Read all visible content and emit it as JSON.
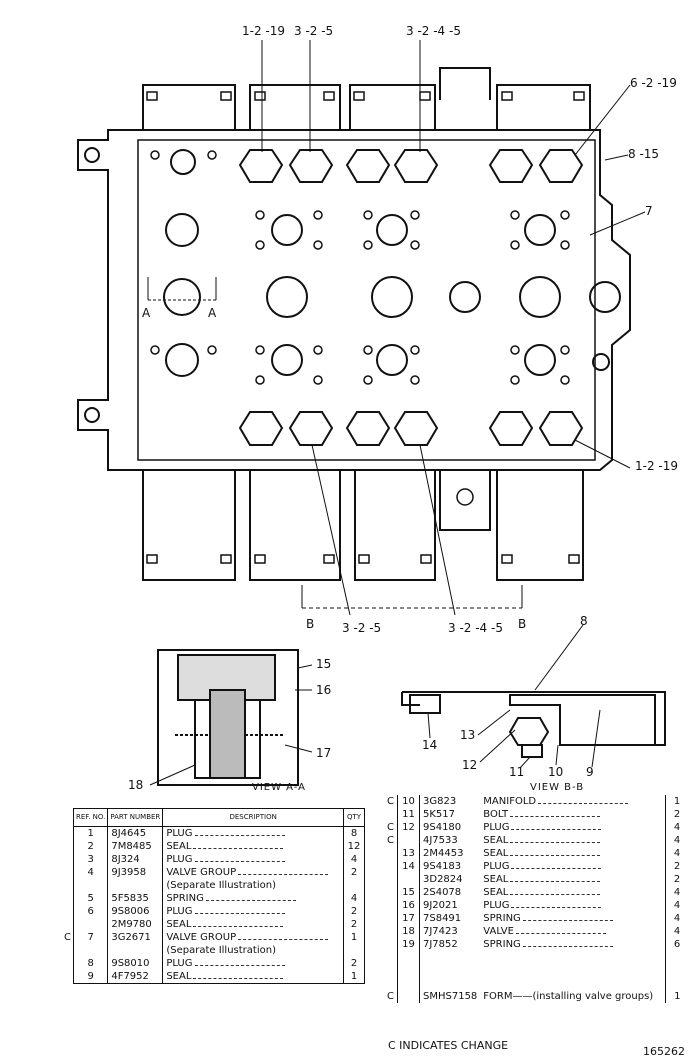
{
  "main_view": {
    "callouts": [
      "1-2 -19",
      "3 -2 -5",
      "3 -2 -4 -5",
      "6 -2 -19",
      "8 -15",
      "7",
      "1-2 -19",
      "3 -2 -5",
      "3 -2 -4 -5"
    ],
    "section_marks": {
      "a_left": "A",
      "a_right": "A",
      "b_left": "B",
      "b_right": "B"
    }
  },
  "view_aa": {
    "label": "VIEW A-A",
    "callouts": [
      "15",
      "16",
      "17",
      "18"
    ]
  },
  "view_bb": {
    "label": "VIEW B-B",
    "callouts": [
      "8",
      "13",
      "14",
      "12",
      "11",
      "10",
      "9"
    ]
  },
  "parts_table": {
    "headers": {
      "ref": "REF. NO.",
      "part": "PART NUMBER",
      "description": "DESCRIPTION",
      "qty": "QTY"
    },
    "left_rows": [
      {
        "change": "",
        "ref": "1",
        "part": "8J4645",
        "desc": "PLUG",
        "qty": "8"
      },
      {
        "change": "",
        "ref": "2",
        "part": "7M8485",
        "desc": "SEAL",
        "qty": "12"
      },
      {
        "change": "",
        "ref": "3",
        "part": "8J324",
        "desc": "PLUG",
        "qty": "4"
      },
      {
        "change": "",
        "ref": "4",
        "part": "9J3958",
        "desc": "VALVE GROUP",
        "qty": "2"
      },
      {
        "change": "",
        "ref": "",
        "part": "",
        "desc": "(Separate Illustration)",
        "qty": ""
      },
      {
        "change": "",
        "ref": "5",
        "part": "5F5835",
        "desc": "SPRING",
        "qty": "4"
      },
      {
        "change": "",
        "ref": "6",
        "part": "9S8006",
        "desc": "PLUG",
        "qty": "2"
      },
      {
        "change": "",
        "ref": "",
        "part": "2M9780",
        "desc": "SEAL",
        "qty": "2"
      },
      {
        "change": "C",
        "ref": "7",
        "part": "3G2671",
        "desc": "VALVE GROUP",
        "qty": "1"
      },
      {
        "change": "",
        "ref": "",
        "part": "",
        "desc": "(Separate Illustration)",
        "qty": ""
      },
      {
        "change": "",
        "ref": "8",
        "part": "9S8010",
        "desc": "PLUG",
        "qty": "2"
      },
      {
        "change": "",
        "ref": "9",
        "part": "4F7952",
        "desc": "SEAL",
        "qty": "1"
      }
    ],
    "right_rows": [
      {
        "change": "C",
        "ref": "10",
        "part": "3G823",
        "desc": "MANIFOLD",
        "qty": "1"
      },
      {
        "change": "",
        "ref": "11",
        "part": "5K517",
        "desc": "BOLT",
        "qty": "2"
      },
      {
        "change": "C",
        "ref": "12",
        "part": "9S4180",
        "desc": "PLUG",
        "qty": "4"
      },
      {
        "change": "C",
        "ref": "",
        "part": "4J7533",
        "desc": "SEAL",
        "qty": "4"
      },
      {
        "change": "",
        "ref": "13",
        "part": "2M4453",
        "desc": "SEAL",
        "qty": "4"
      },
      {
        "change": "",
        "ref": "14",
        "part": "9S4183",
        "desc": "PLUG",
        "qty": "2"
      },
      {
        "change": "",
        "ref": "",
        "part": "3D2824",
        "desc": "SEAL",
        "qty": "2"
      },
      {
        "change": "",
        "ref": "15",
        "part": "2S4078",
        "desc": "SEAL",
        "qty": "4"
      },
      {
        "change": "",
        "ref": "16",
        "part": "9J2021",
        "desc": "PLUG",
        "qty": "4"
      },
      {
        "change": "",
        "ref": "17",
        "part": "7S8491",
        "desc": "SPRING",
        "qty": "4"
      },
      {
        "change": "",
        "ref": "18",
        "part": "7J7423",
        "desc": "VALVE",
        "qty": "4"
      },
      {
        "change": "",
        "ref": "19",
        "part": "7J7852",
        "desc": "SPRING",
        "qty": "6"
      },
      {
        "change": "",
        "ref": "",
        "part": "",
        "desc": "",
        "qty": ""
      },
      {
        "change": "",
        "ref": "",
        "part": "",
        "desc": "",
        "qty": ""
      },
      {
        "change": "",
        "ref": "",
        "part": "",
        "desc": "",
        "qty": ""
      },
      {
        "change": "C",
        "ref": "",
        "part": "SMHS7158",
        "desc": "FORM——(installing valve groups)",
        "qty": "1"
      }
    ]
  },
  "footer": {
    "note": "C INDICATES CHANGE",
    "figure_number": "165262"
  }
}
